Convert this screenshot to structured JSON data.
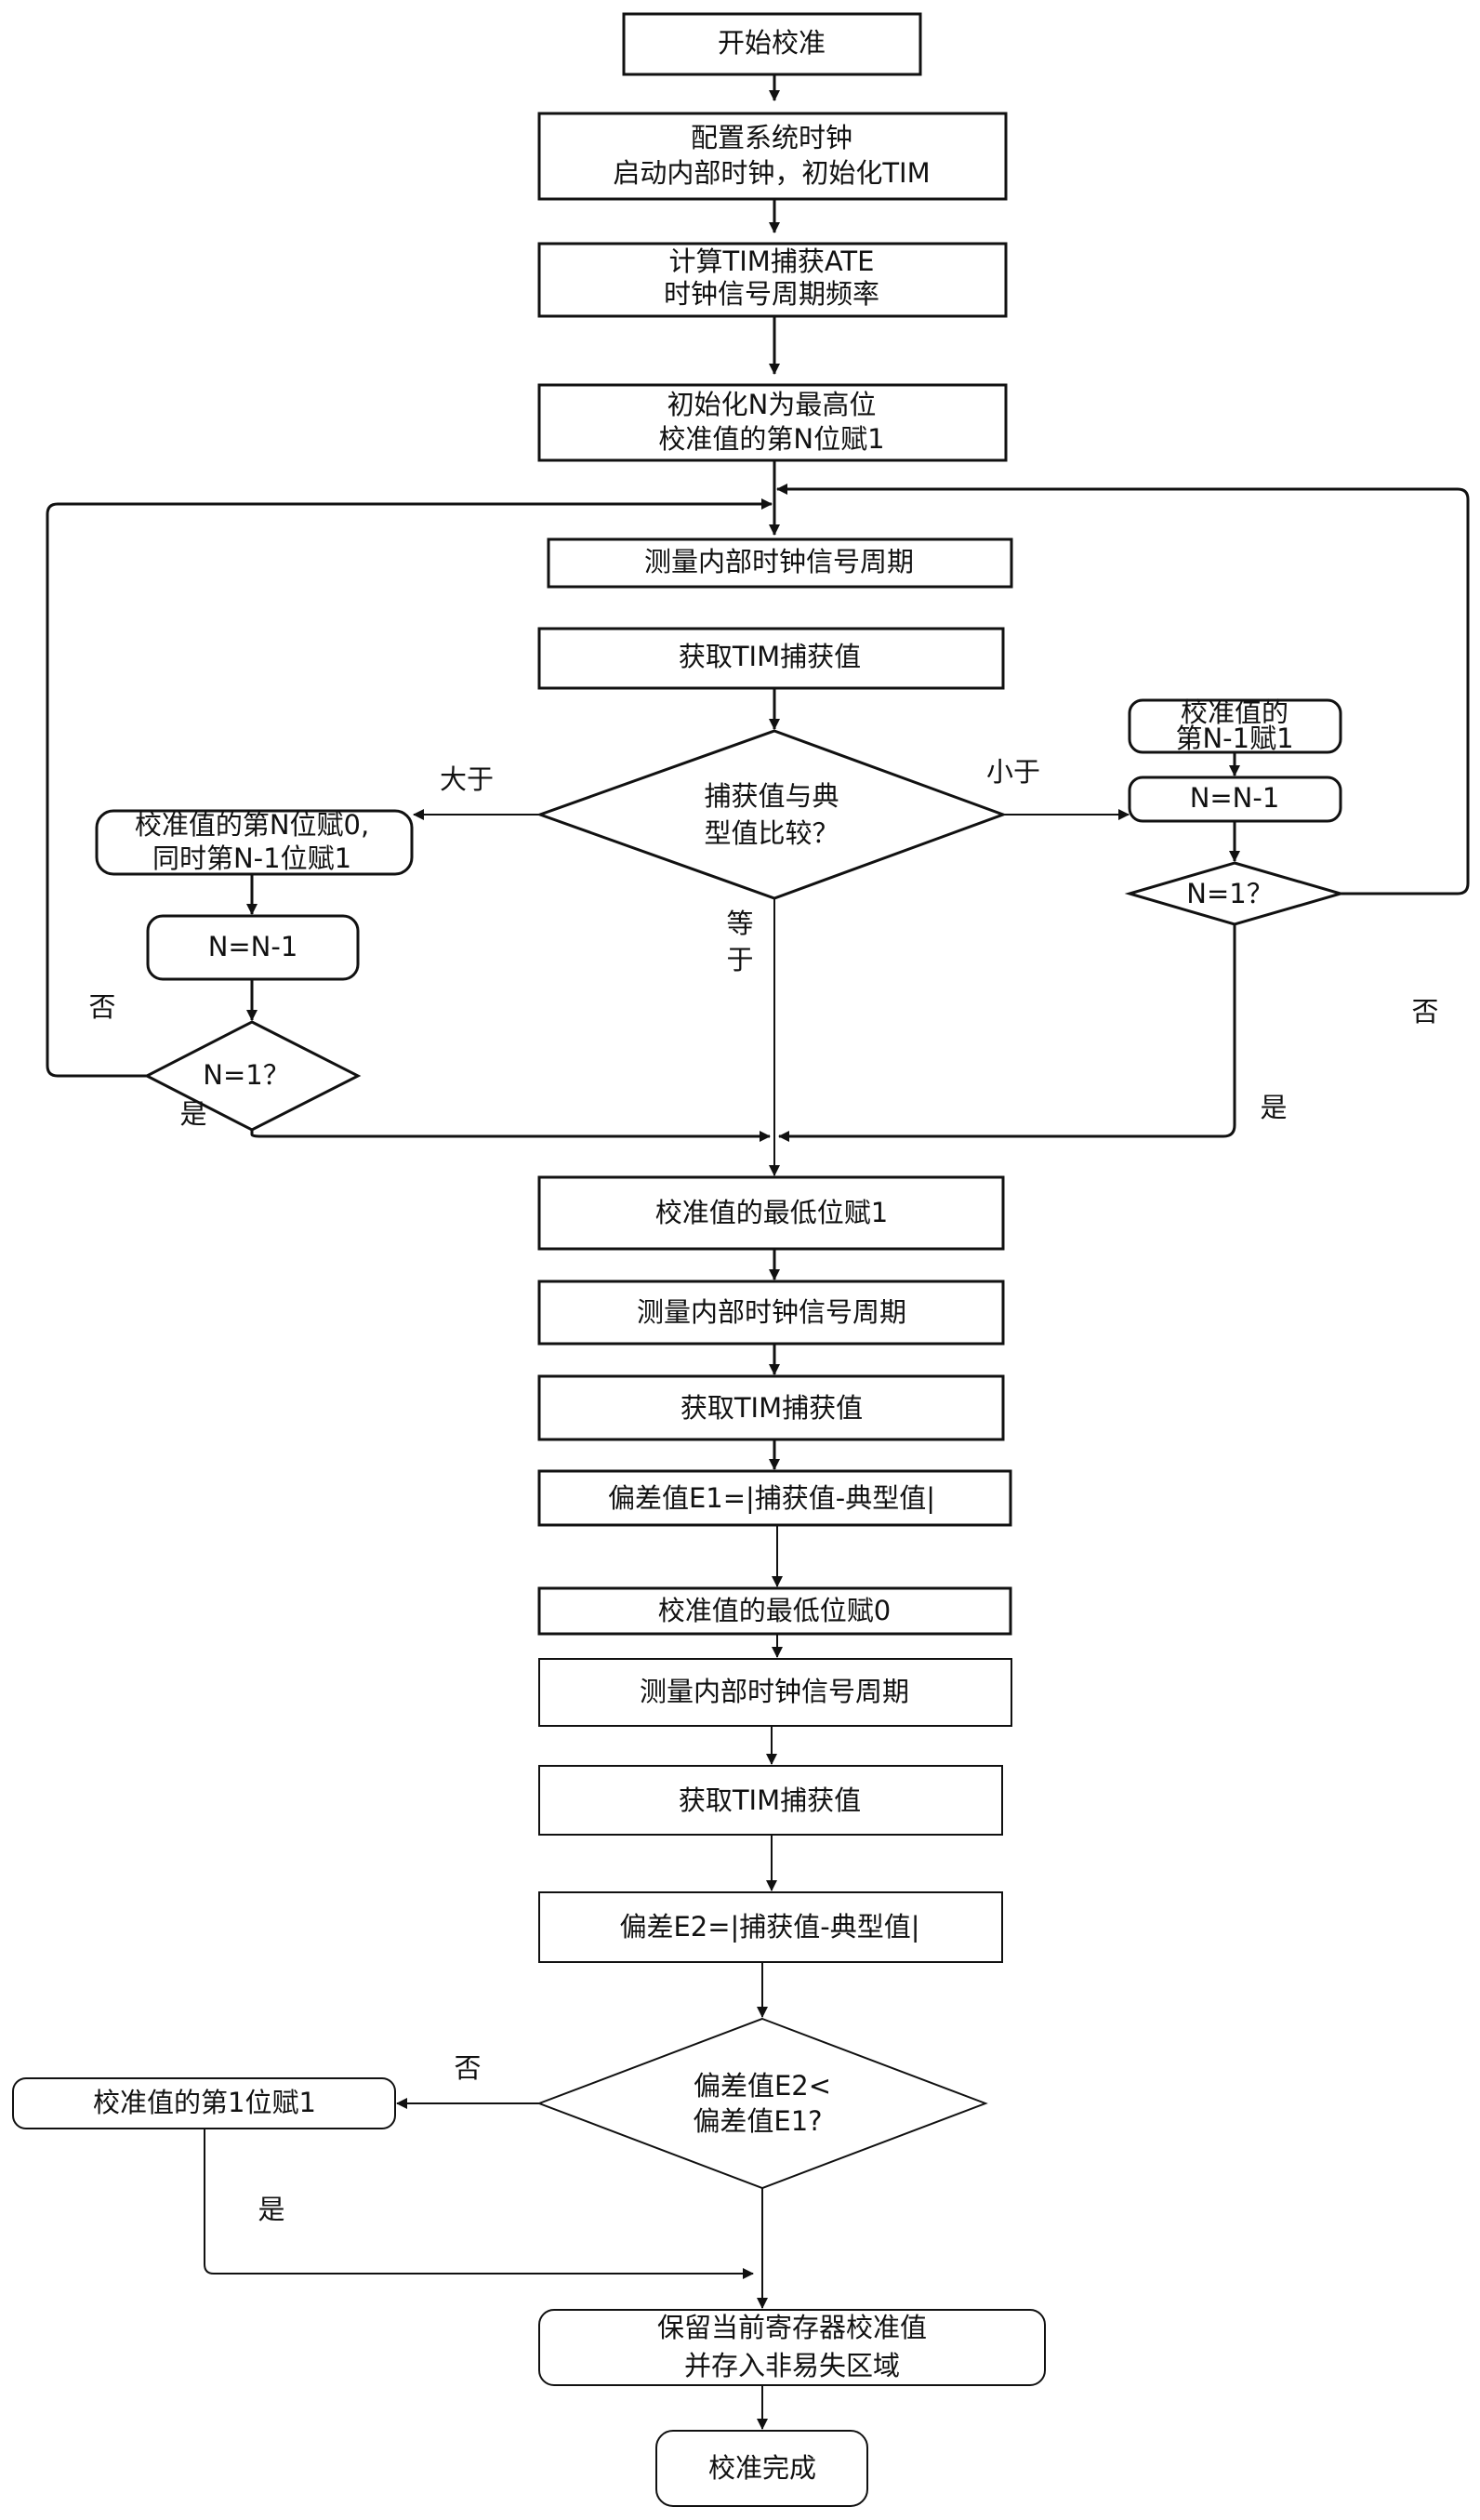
{
  "nodes": {
    "start": "开始校准",
    "config_l1": "配置系统时钟",
    "config_l2": "启动内部时钟，初始化TIM",
    "calc_l1": "计算TIM捕获ATE",
    "calc_l2": "时钟信号周期频率",
    "init_l1": "初始化N为最高位",
    "init_l2": "校准值的第N位赋1",
    "measure1": "测量内部时钟信号周期",
    "capture1": "获取TIM捕获值",
    "compare_l1": "捕获值与典",
    "compare_l2": "型值比较？",
    "left_set_l1": "校准值的第N位赋0,",
    "left_set_l2": "同时第N-1位赋1",
    "left_dec": "N=N-1",
    "left_check": "N=1？",
    "right_set_l1": "校准值的",
    "right_set_l2": "第N-1赋1",
    "right_dec": "N=N-1",
    "right_check": "N=1？",
    "lsb1": "校准值的最低位赋1",
    "measure2": "测量内部时钟信号周期",
    "capture2": "获取TIM捕获值",
    "e1": "偏差值E1=|捕获值-典型值|",
    "lsb0": "校准值的最低位赋0",
    "measure3": "测量内部时钟信号周期",
    "capture3": "获取TIM捕获值",
    "e2": "偏差E2=|捕获值-典型值|",
    "e_compare_l1": "偏差值E2<",
    "e_compare_l2": "偏差值E1?",
    "bit1_set": "校准值的第1位赋1",
    "save_l1": "保留当前寄存器校准值",
    "save_l2": "并存入非易失区域",
    "done": "校准完成"
  },
  "edge_labels": {
    "greater": "大于",
    "less": "小于",
    "equal_1": "等",
    "equal_2": "于",
    "left_no": "否",
    "left_yes": "是",
    "right_no": "否",
    "right_yes": "是",
    "e_no": "否",
    "e_yes": "是"
  }
}
